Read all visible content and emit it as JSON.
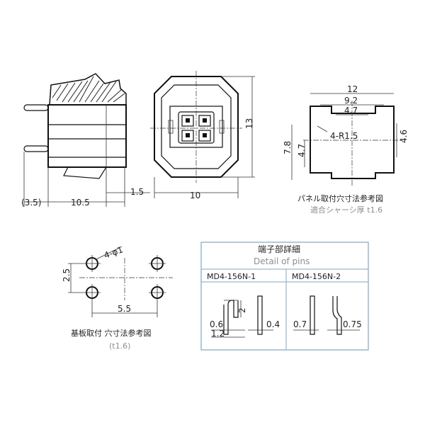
{
  "side_view": {
    "dim_3_5": "(3.5)",
    "dim_10_5": "10.5",
    "dim_1_5": "1.5"
  },
  "front_view": {
    "dim_width": "10",
    "dim_height": "13"
  },
  "panel_cutout": {
    "dim_12": "12",
    "dim_9_2": "9.2",
    "dim_4_7_top": "4.7",
    "dim_4_6": "4.6",
    "dim_7_8": "7.8",
    "dim_4_7_left": "4.7",
    "radius_label": "4-R1.5",
    "caption": "パネル取付穴寸法参考図",
    "subcaption": "適合シャーシ厚 t1.6"
  },
  "pcb_layout": {
    "hole_label": "4-φ1",
    "dim_2_5": "2.5",
    "dim_5_5": "5.5",
    "caption": "基板取付 穴寸法参考図",
    "subcaption": "(t1.6)"
  },
  "pin_detail": {
    "title_ja": "端子部詳細",
    "title_en": "Detail of pins",
    "col1": "MD4-156N-1",
    "col2": "MD4-156N-2",
    "col1_dim_2": "2",
    "col1_dim_0_6": "0.6",
    "col1_dim_1_2": "1.2",
    "col1_dim_0_4": "0.4",
    "col2_dim_0_7": "0.7",
    "col2_dim_0_75": "0.75",
    "border_color": "#7fa7c2"
  }
}
